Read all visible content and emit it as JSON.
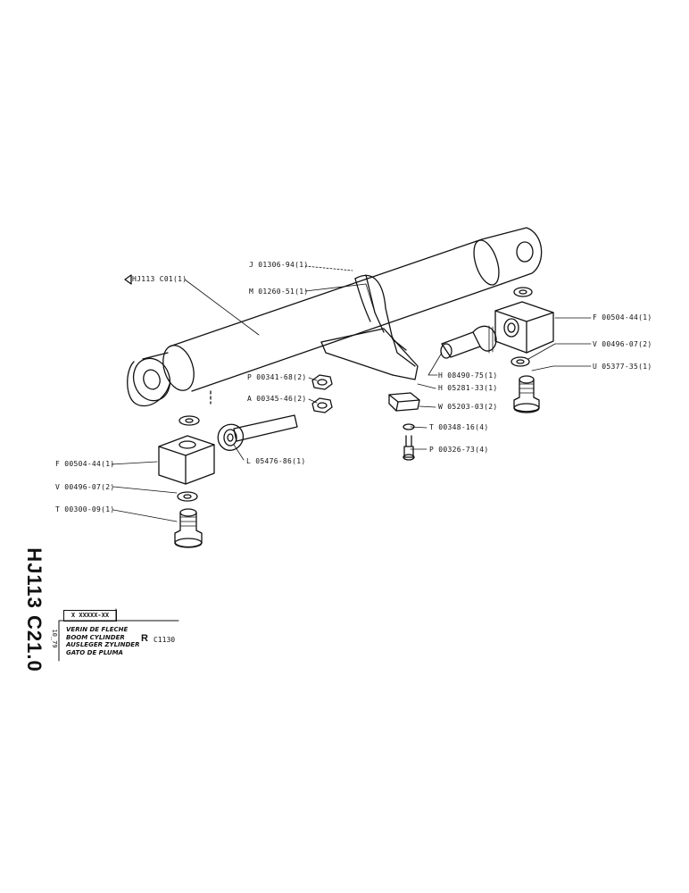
{
  "labels": {
    "cylinder": "HJ113 C01(1)",
    "clamp_j": "J 01306-94(1)",
    "clamp_m": "M 01260-51(1)",
    "fitting_f_right": "F 00504-44(1)",
    "washer_v_right": "V 00496-07(2)",
    "union_u": "U 05377-35(1)",
    "pipe_h1": "H 08490-75(1)",
    "pipe_h2": "H 05281-33(1)",
    "bracket_w": "W 05203-03(2)",
    "washer_t_small": "T 00348-16(4)",
    "screw_p_small": "P 00326-73(4)",
    "bolt_p": "P 00341-68(2)",
    "nut_a": "A 00345-46(2)",
    "fitting_f_left": "F 00504-44(1)",
    "nut_l": "L 05476-86(1)",
    "washer_v_left": "V 00496-07(2)",
    "union_t": "T 00300-09(1)"
  },
  "titleblock": {
    "side_code": "HJ113 C21.0",
    "date": "10_79",
    "ref": "X XXXXX-XX",
    "title_fr": "VERIN DE FLECHE",
    "title_en": "BOOM CYLINDER",
    "title_de": "AUSLEGER ZYLINDER",
    "title_es": "GATO DE PLUMA",
    "rev": "R",
    "model": "C1130"
  }
}
